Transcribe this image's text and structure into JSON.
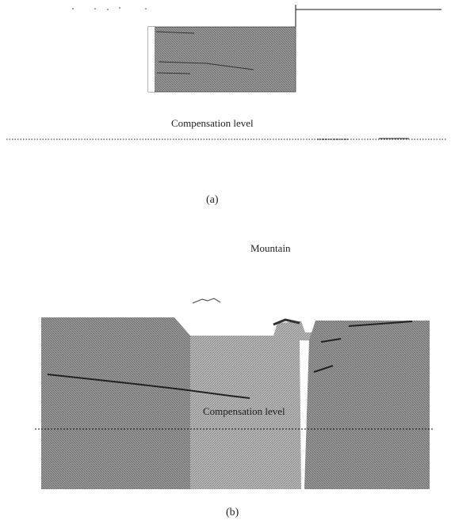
{
  "panel_a": {
    "compensation_label": "Compensation level",
    "caption": "(a)"
  },
  "panel_b": {
    "mountain_label": "Mountain",
    "compensation_label": "Compensation level",
    "caption": "(b)"
  }
}
